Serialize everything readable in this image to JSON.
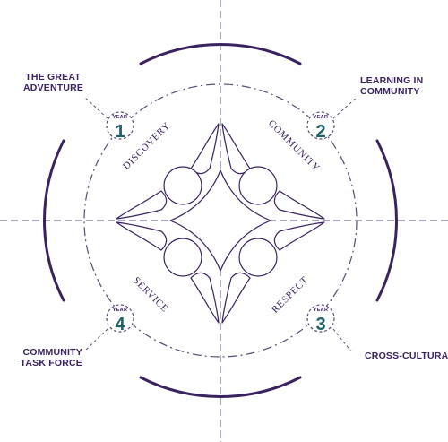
{
  "colors": {
    "purple": "#3a2260",
    "teal": "#1f6168",
    "dash": "#5a4a74"
  },
  "years": [
    {
      "year_word": "YEAR",
      "number": "1",
      "label_lines": [
        "THE GREAT",
        "ADVENTURE"
      ],
      "theme": "DISCOVERY"
    },
    {
      "year_word": "YEAR",
      "number": "2",
      "label_lines": [
        "LEARNING IN",
        "COMMUNITY"
      ],
      "theme": "COMMUNITY"
    },
    {
      "year_word": "YEAR",
      "number": "3",
      "label_lines": [
        "CROSS-CULTURAL"
      ],
      "theme": "RESPECT"
    },
    {
      "year_word": "YEAR",
      "number": "4",
      "label_lines": [
        "COMMUNITY",
        "TASK FORCE"
      ],
      "theme": "SERVICE"
    }
  ]
}
